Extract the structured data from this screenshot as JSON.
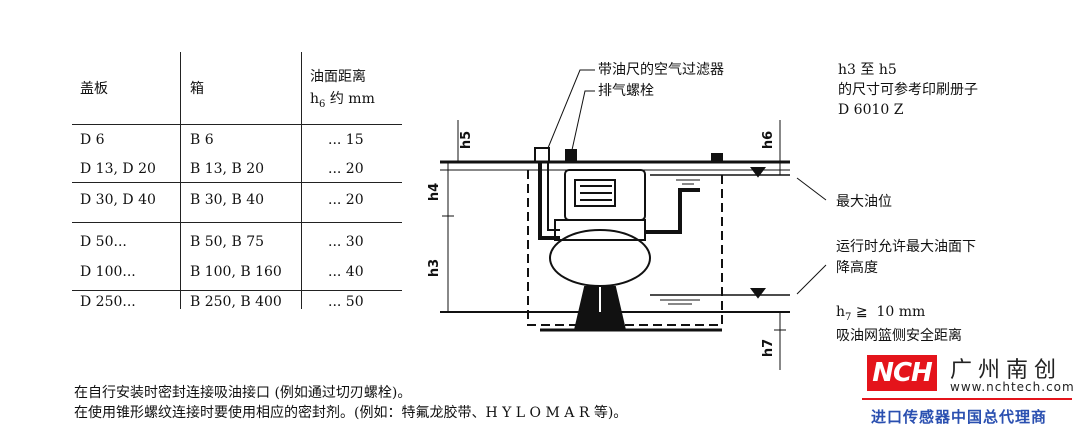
{
  "table": {
    "headers": {
      "cover": "盖板",
      "box": "箱",
      "distance_line1": "油面距离",
      "distance_line2_main": "h",
      "distance_line2_sub": "6",
      "distance_line2_rest": " 约 mm"
    },
    "rows": [
      {
        "cover": "D 6",
        "box": "B 6",
        "distance": "... 15"
      },
      {
        "cover": "D 13, D 20",
        "box": "B 13, B 20",
        "distance": "... 20"
      },
      {
        "cover": "D 30, D 40",
        "box": "B 30, B 40",
        "distance": "... 20"
      },
      {
        "cover": "D 50...",
        "box": "B 50, B 75",
        "distance": "... 30"
      },
      {
        "cover": "D 100...",
        "box": "B 100, B 160",
        "distance": "... 40"
      },
      {
        "cover": "D 250...",
        "box": "B 250, B 400",
        "distance": "... 50"
      }
    ]
  },
  "diagram": {
    "callout_filter": "带油尺的空气过滤器",
    "callout_vent": "排气螺栓",
    "dim_labels": {
      "h5": "h5",
      "h6": "h6",
      "h4": "h4",
      "h3": "h3",
      "h7": "h7"
    },
    "ref_line1": "h3 至 h5",
    "ref_line2": "的尺寸可参考印刷册子",
    "ref_line3": "D 6010 Z",
    "max_level": "最大油位",
    "allowed_drop_line1": "运行时允许最大油面下",
    "allowed_drop_line2": "降高度",
    "h7_main": "h",
    "h7_sub": "7",
    "h7_rest": " ≧  10 mm",
    "safety_distance": "吸油网篮侧安全距离"
  },
  "notes": {
    "line1": "在自行安装时密封连接吸油接口 (例如通过切刃螺栓)。",
    "line2": "在使用锥形螺纹连接时要使用相应的密封剂。(例如：特氟龙胶带、H Y L O M A R 等)。"
  },
  "logo": {
    "mark": "NCH",
    "company": "广州南创",
    "url": "www.nchtech.com",
    "tagline": "进口传感器中国总代理商",
    "brand_color": "#e4141b",
    "tagline_color": "#2a4fb0"
  }
}
